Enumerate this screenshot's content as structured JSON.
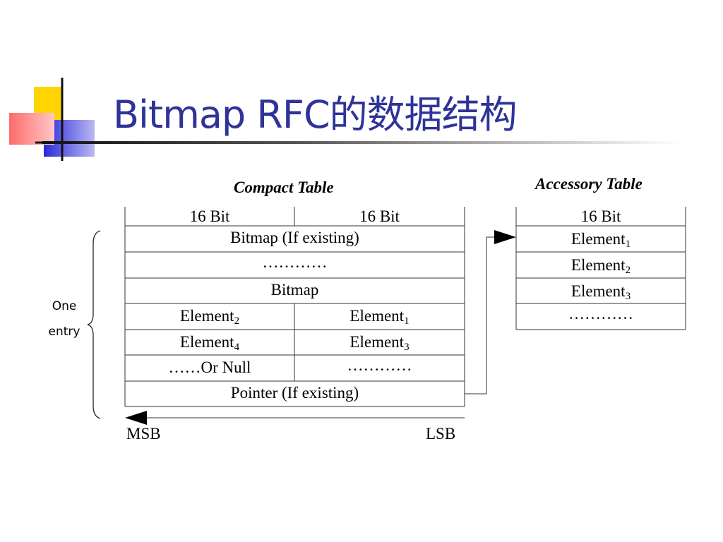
{
  "slide": {
    "title": "Bitmap RFC的数据结构"
  },
  "compact_table": {
    "caption": "Compact Table",
    "header": [
      "16 Bit",
      "16 Bit"
    ],
    "rows": [
      {
        "full": "Bitmap (If existing)"
      },
      {
        "full": "…………"
      },
      {
        "full": "Bitmap"
      },
      {
        "left": "Element",
        "left_sub": "2",
        "right": "Element",
        "right_sub": "1"
      },
      {
        "left": "Element",
        "left_sub": "4",
        "right": "Element",
        "right_sub": "3"
      },
      {
        "left": "……Or Null",
        "right": "…………"
      },
      {
        "full": "Pointer (If existing)"
      }
    ]
  },
  "accessory_table": {
    "caption": "Accessory Table",
    "header": "16 Bit",
    "rows": [
      {
        "text": "Element",
        "sub": "1"
      },
      {
        "text": "Element",
        "sub": "2"
      },
      {
        "text": "Element",
        "sub": "3"
      },
      {
        "text": "…………",
        "sub": ""
      }
    ]
  },
  "brace_label": {
    "line1": "One",
    "line2": "entry"
  },
  "axis": {
    "msb": "MSB",
    "lsb": "LSB"
  }
}
